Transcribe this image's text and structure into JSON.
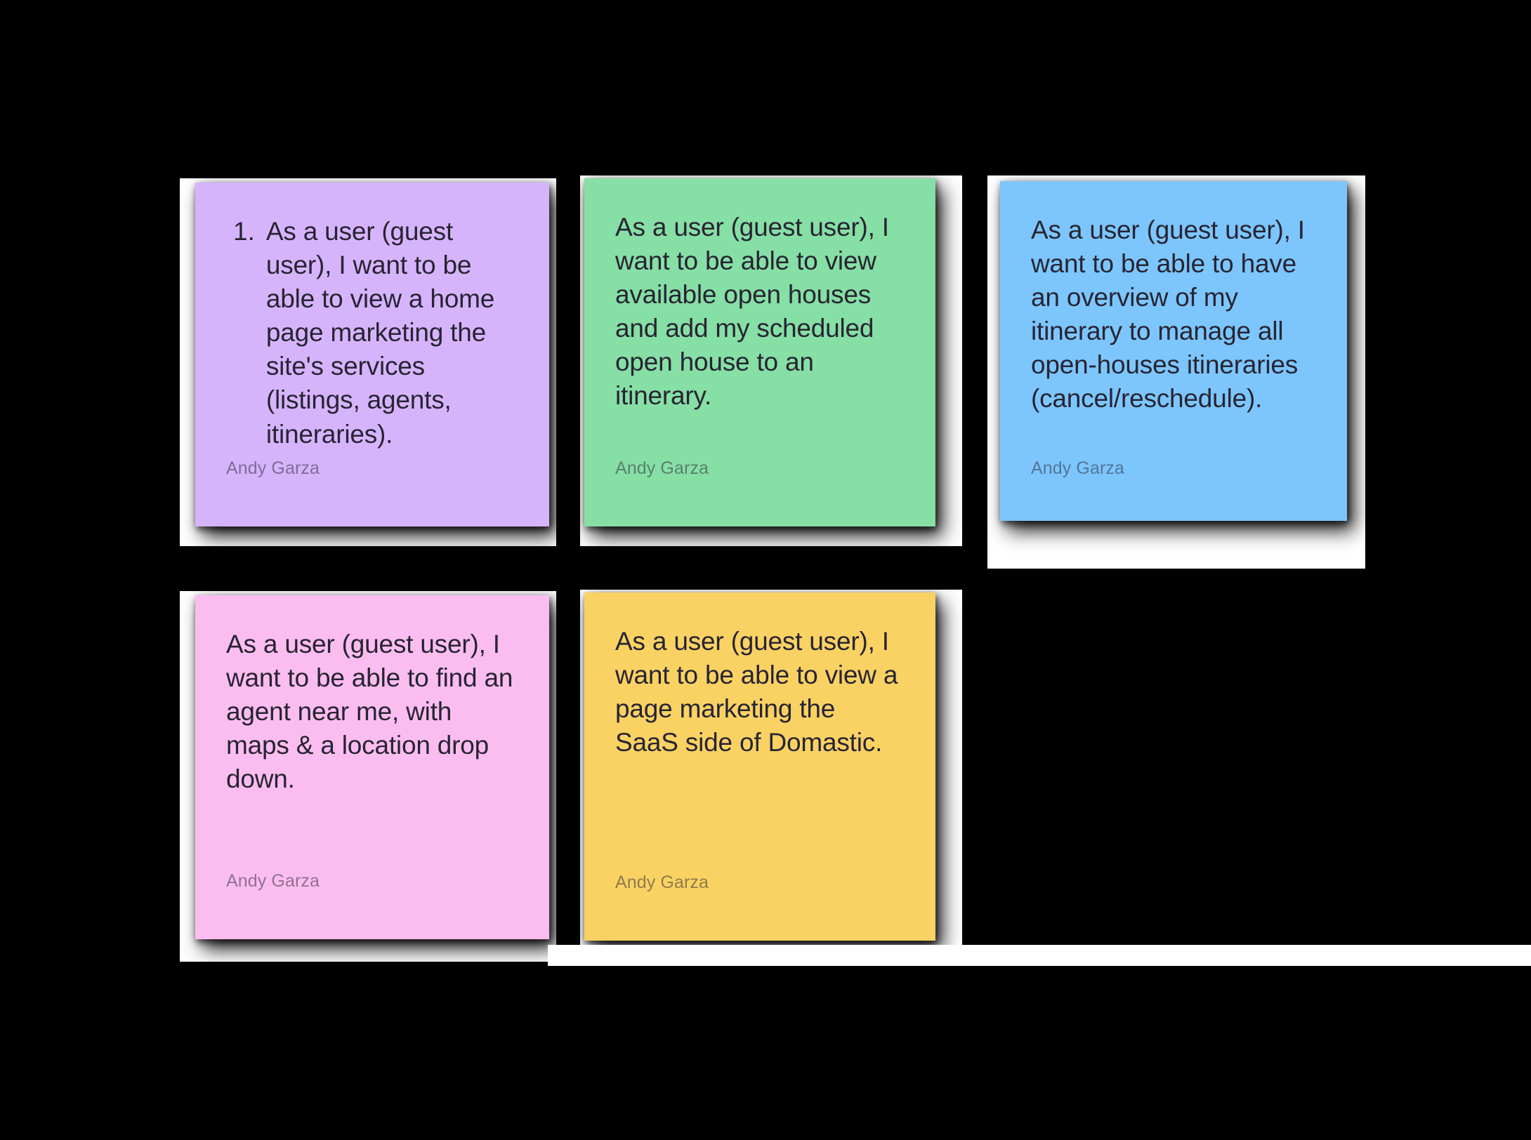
{
  "board": {
    "background_color": "#000000",
    "panel_color": "#ffffff"
  },
  "notes": [
    {
      "id": "note-1",
      "color": "#d6b4fc",
      "color_name": "purple",
      "list_marker": "1.",
      "text": "As a user (guest user), I want to be able to view a home page marketing the site's services (listings, agents, itineraries).",
      "author": "Andy Garza"
    },
    {
      "id": "note-2",
      "color": "#86dfa5",
      "color_name": "green",
      "list_marker": "",
      "text": "As a user (guest user), I want to be able to view available open houses and add my scheduled open house to an itinerary.",
      "author": "Andy Garza"
    },
    {
      "id": "note-3",
      "color": "#7cc6fd",
      "color_name": "blue",
      "list_marker": "",
      "text": "As a user (guest user), I want to be able to have an overview of my itinerary to manage all open-houses itineraries (cancel/reschedule).",
      "author": "Andy Garza"
    },
    {
      "id": "note-4",
      "color": "#fbbdf0",
      "color_name": "pink",
      "list_marker": "",
      "text": "As a user (guest user), I want to be able to find an agent near me, with maps & a location drop down.",
      "author": "Andy Garza"
    },
    {
      "id": "note-5",
      "color": "#f9d263",
      "color_name": "yellow",
      "list_marker": "",
      "text": "As a user (guest user), I want to be able to view a page marketing the SaaS side of Domastic.",
      "author": "Andy Garza"
    }
  ]
}
